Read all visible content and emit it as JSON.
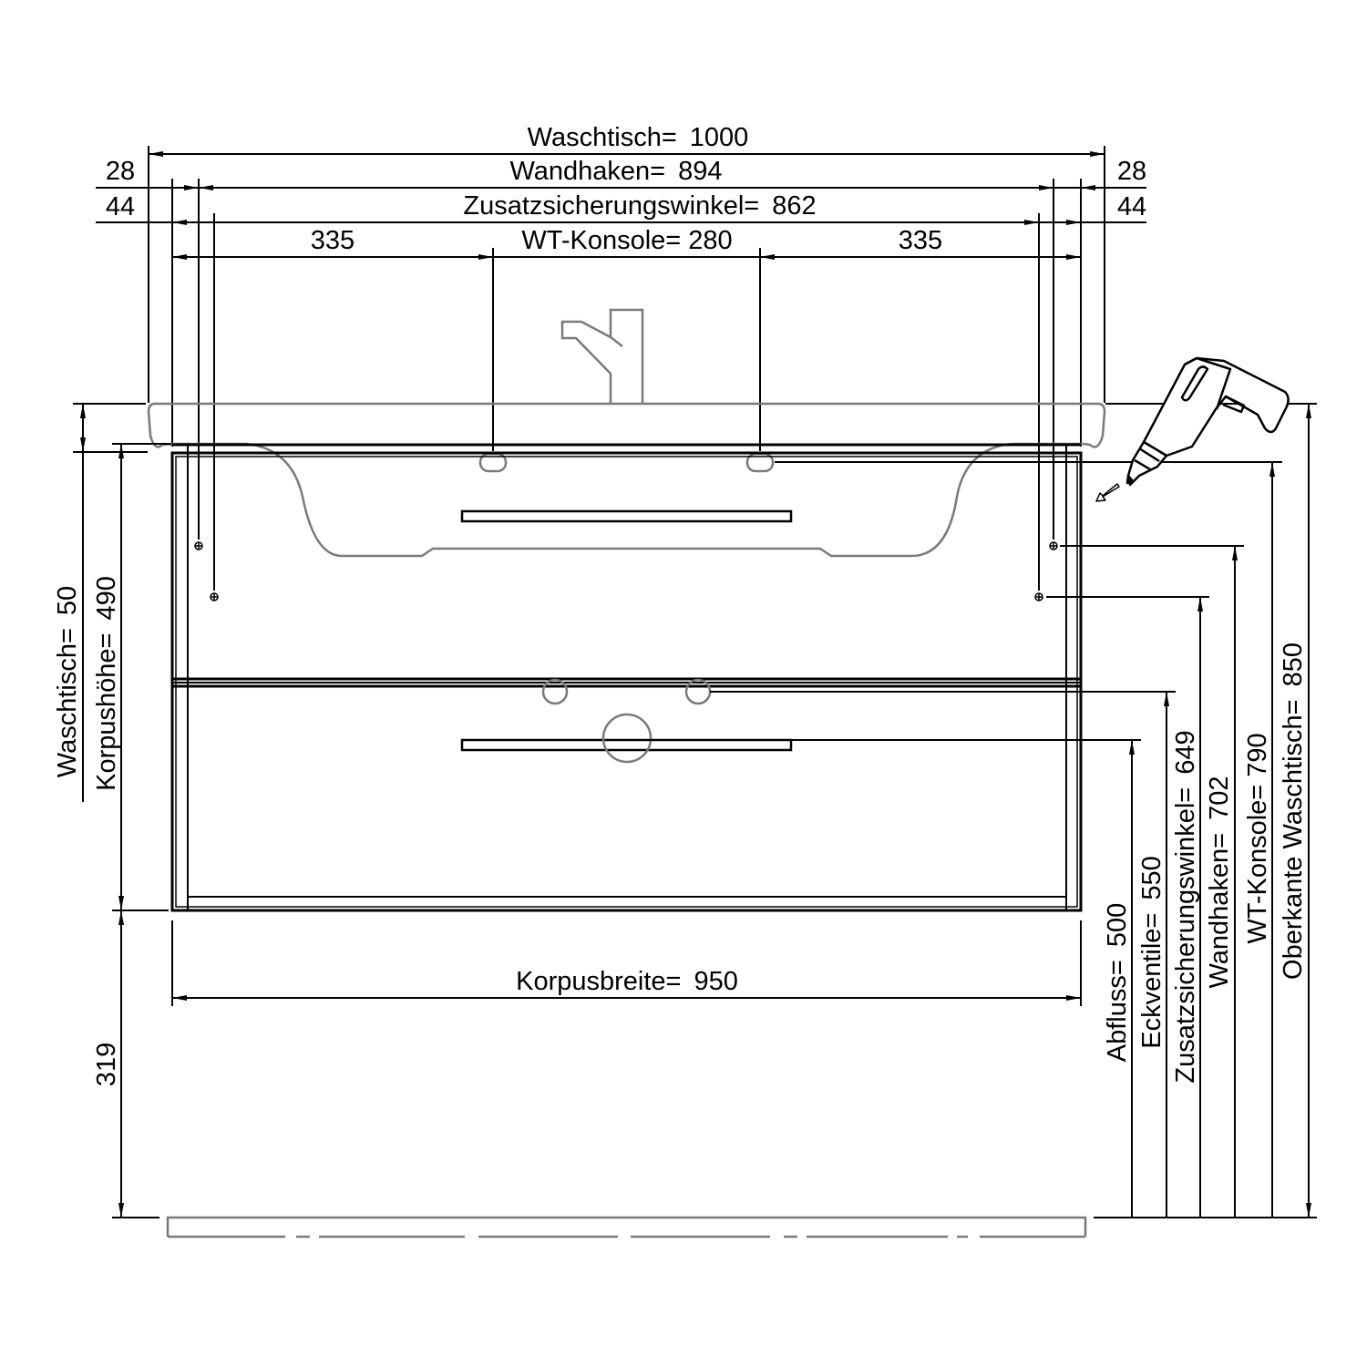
{
  "drawing": {
    "title": "Waschtisch-Unterschrank Montagezeichnung",
    "units": "mm",
    "colors": {
      "line": "#000000",
      "outline_grey": "#7a7a7a",
      "background": "#ffffff"
    }
  },
  "horizontal_dims": {
    "waschtisch": {
      "label": "Waschtisch=",
      "value": "1000"
    },
    "wandhaken": {
      "label": "Wandhaken=",
      "value": "894"
    },
    "zusatz": {
      "label": "Zusatzsicherungswinkel=",
      "value": "862"
    },
    "wt_konsole": {
      "label": "WT-Konsole=",
      "value": "280"
    },
    "left_offset_1": "28",
    "left_offset_2": "44",
    "right_offset_1": "28",
    "right_offset_2": "44",
    "left_span": "335",
    "right_span": "335",
    "korpusbreite": {
      "label": "Korpusbreite=",
      "value": "950"
    }
  },
  "left_vertical_dims": {
    "waschtisch": {
      "label": "Waschtisch=",
      "value": "50"
    },
    "korpushoehe": {
      "label": "Korpushöhe=",
      "value": "490"
    },
    "floor_gap": "319"
  },
  "right_vertical_dims": [
    {
      "label": "Abfluss=",
      "value": "500"
    },
    {
      "label": "Eckventile=",
      "value": "550"
    },
    {
      "label": "Zusatzsicherungswinkel=",
      "value": "649"
    },
    {
      "label": "Wandhaken=",
      "value": "702"
    },
    {
      "label": "WT-Konsole=",
      "value": "790"
    },
    {
      "label": "Oberkante Waschtisch=",
      "value": "850"
    }
  ],
  "icons": {
    "drill": "drill-icon",
    "faucet": "faucet-icon",
    "drill_marks": "crosshair-hole-icon"
  }
}
